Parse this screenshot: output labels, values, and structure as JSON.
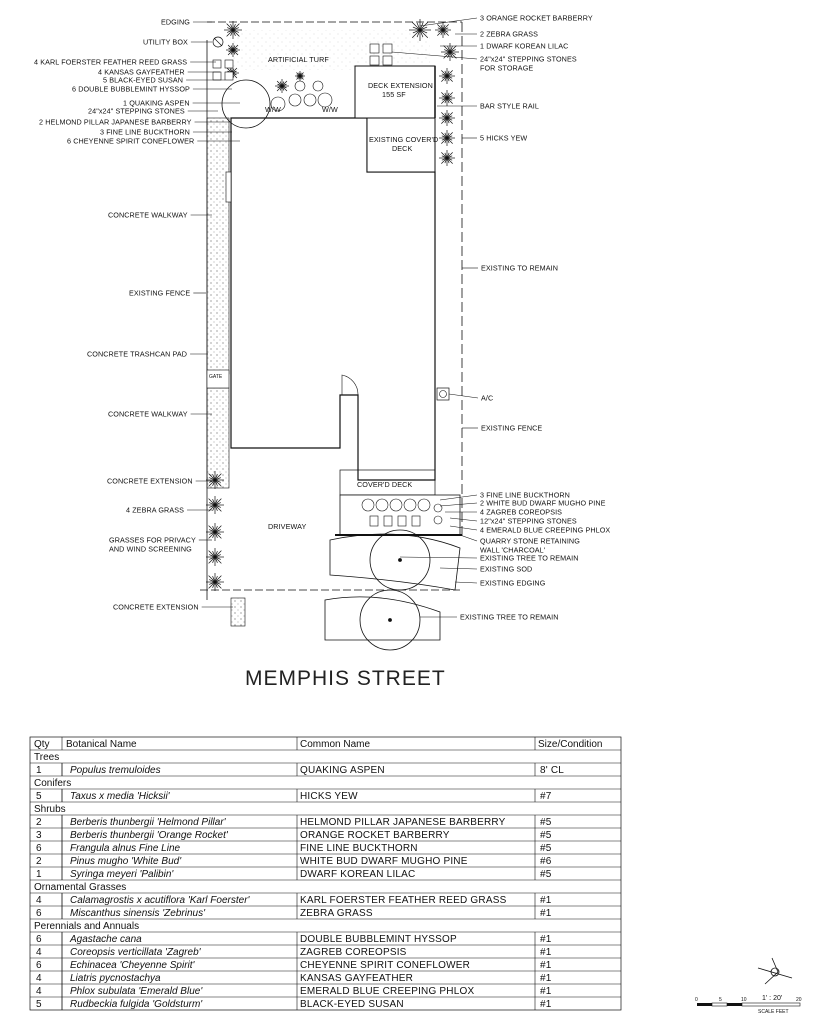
{
  "street_name": "MEMPHIS STREET",
  "labels_left": [
    {
      "id": "edging",
      "text": "EDGING"
    },
    {
      "id": "utility-box",
      "text": "UTILITY BOX"
    },
    {
      "id": "karl-foerster",
      "text": "4 KARL FOERSTER FEATHER REED GRASS"
    },
    {
      "id": "kansas-gayfeather",
      "text": "4 KANSAS GAYFEATHER"
    },
    {
      "id": "black-eyed-susan",
      "text": "5 BLACK-EYED SUSAN"
    },
    {
      "id": "double-bubblemint",
      "text": "6 DOUBLE BUBBLEMINT HYSSOP"
    },
    {
      "id": "quaking-aspen",
      "text": "1 QUAKING ASPEN"
    },
    {
      "id": "stepping-stones-a",
      "text": "24\"x24\" STEPPING STONES"
    },
    {
      "id": "helmond-pillar",
      "text": "2 HELMOND PILLAR JAPANESE BARBERRY"
    },
    {
      "id": "fine-line-a",
      "text": "3 FINE LINE BUCKTHORN"
    },
    {
      "id": "cheyenne-spirit",
      "text": "6 CHEYENNE SPIRIT CONEFLOWER"
    },
    {
      "id": "concrete-walkway-a",
      "text": "CONCRETE WALKWAY"
    },
    {
      "id": "existing-fence-a",
      "text": "EXISTING FENCE"
    },
    {
      "id": "trashcan-pad",
      "text": "CONCRETE TRASHCAN PAD"
    },
    {
      "id": "concrete-walkway-b",
      "text": "CONCRETE WALKWAY"
    },
    {
      "id": "concrete-extension-a",
      "text": "CONCRETE EXTENSION"
    },
    {
      "id": "zebra-grass-left",
      "text": "4 ZEBRA GRASS"
    },
    {
      "id": "grasses-privacy-1",
      "text": "GRASSES FOR PRIVACY"
    },
    {
      "id": "grasses-privacy-2",
      "text": "AND WIND SCREENING"
    },
    {
      "id": "concrete-extension-b",
      "text": "CONCRETE EXTENSION"
    }
  ],
  "labels_right": [
    {
      "id": "orange-rocket",
      "text": "3 ORANGE ROCKET BARBERRY"
    },
    {
      "id": "zebra-grass-right",
      "text": "2 ZEBRA GRASS"
    },
    {
      "id": "dwarf-lilac",
      "text": "1 DWARF KOREAN LILAC"
    },
    {
      "id": "stepping-stones-b1",
      "text": "24\"x24\" STEPPING STONES"
    },
    {
      "id": "stepping-stones-b2",
      "text": "FOR STORAGE"
    },
    {
      "id": "bar-rail",
      "text": "BAR STYLE RAIL"
    },
    {
      "id": "hicks-yew",
      "text": "5 HICKS YEW"
    },
    {
      "id": "existing-remain",
      "text": "EXISTING TO REMAIN"
    },
    {
      "id": "ac",
      "text": "A/C"
    },
    {
      "id": "existing-fence-b",
      "text": "EXISTING FENCE"
    },
    {
      "id": "fine-line-b",
      "text": "3 FINE LINE BUCKTHORN"
    },
    {
      "id": "mugho-pine",
      "text": "2 WHITE BUD DWARF MUGHO PINE"
    },
    {
      "id": "zagreb",
      "text": "4 ZAGREB COREOPSIS"
    },
    {
      "id": "stepping-stones-c",
      "text": "12\"x24\" STEPPING STONES"
    },
    {
      "id": "creeping-phlox",
      "text": "4 EMERALD BLUE CREEPING PHLOX"
    },
    {
      "id": "retaining-1",
      "text": "QUARRY STONE RETAINING"
    },
    {
      "id": "retaining-2",
      "text": "WALL 'CHARCOAL'"
    },
    {
      "id": "tree-remain-a",
      "text": "EXISTING TREE TO REMAIN"
    },
    {
      "id": "sod",
      "text": "EXISTING SOD"
    },
    {
      "id": "existing-edging",
      "text": "EXISTING EDGING"
    },
    {
      "id": "tree-remain-b",
      "text": "EXISTING TREE TO REMAIN"
    }
  ],
  "labels_interior": [
    {
      "id": "artificial-turf",
      "text": "ARTIFICIAL TURF"
    },
    {
      "id": "deck-ext-1",
      "text": "DECK EXTENSION"
    },
    {
      "id": "deck-ext-2",
      "text": "155 SF"
    },
    {
      "id": "covered-deck-1",
      "text": "EXISTING COVER'D"
    },
    {
      "id": "covered-deck-2",
      "text": "DECK"
    },
    {
      "id": "covered-deck-front",
      "text": "COVER'D DECK"
    },
    {
      "id": "driveway",
      "text": "DRIVEWAY"
    },
    {
      "id": "ww-1",
      "text": "W/W"
    },
    {
      "id": "ww-2",
      "text": "W/W"
    },
    {
      "id": "gate",
      "text": "GATE"
    }
  ],
  "table": {
    "headers": {
      "qty": "Qty",
      "botanical": "Botanical Name",
      "common": "Common Name",
      "size": "Size/Condition"
    },
    "rows": [
      {
        "type": "group",
        "label": "Trees"
      },
      {
        "type": "item",
        "qty": "1",
        "botanical": "Populus tremuloides",
        "common": "QUAKING ASPEN",
        "size": "8' CL"
      },
      {
        "type": "group",
        "label": "Conifers"
      },
      {
        "type": "item",
        "qty": "5",
        "botanical": "Taxus x media 'Hicksii'",
        "common": "HICKS YEW",
        "size": "#7"
      },
      {
        "type": "group",
        "label": "Shrubs"
      },
      {
        "type": "item",
        "qty": "2",
        "botanical": "Berberis thunbergii 'Helmond Pillar'",
        "common": "HELMOND PILLAR JAPANESE BARBERRY",
        "size": "#5"
      },
      {
        "type": "item",
        "qty": "3",
        "botanical": "Berberis thunbergii 'Orange Rocket'",
        "common": "ORANGE ROCKET BARBERRY",
        "size": "#5"
      },
      {
        "type": "item",
        "qty": "6",
        "botanical": "Frangula alnus Fine Line",
        "common": "FINE LINE BUCKTHORN",
        "size": "#5"
      },
      {
        "type": "item",
        "qty": "2",
        "botanical": "Pinus mugho 'White Bud'",
        "common": "WHITE BUD DWARF MUGHO PINE",
        "size": "#6"
      },
      {
        "type": "item",
        "qty": "1",
        "botanical": "Syringa meyeri 'Palibin'",
        "common": "DWARF KOREAN LILAC",
        "size": "#5"
      },
      {
        "type": "group",
        "label": "Ornamental Grasses"
      },
      {
        "type": "item",
        "qty": "4",
        "botanical": "Calamagrostis x acutiflora 'Karl Foerster'",
        "common": "KARL FOERSTER FEATHER REED GRASS",
        "size": "#1"
      },
      {
        "type": "item",
        "qty": "6",
        "botanical": "Miscanthus sinensis 'Zebrinus'",
        "common": "ZEBRA GRASS",
        "size": "#1"
      },
      {
        "type": "group",
        "label": "Perennials and Annuals"
      },
      {
        "type": "item",
        "qty": "6",
        "botanical": "Agastache cana",
        "common": "DOUBLE BUBBLEMINT HYSSOP",
        "size": "#1"
      },
      {
        "type": "item",
        "qty": "4",
        "botanical": "Coreopsis verticillata 'Zagreb'",
        "common": "ZAGREB COREOPSIS",
        "size": "#1"
      },
      {
        "type": "item",
        "qty": "6",
        "botanical": "Echinacea 'Cheyenne Spirit'",
        "common": "CHEYENNE SPIRIT CONEFLOWER",
        "size": "#1"
      },
      {
        "type": "item",
        "qty": "4",
        "botanical": "Liatris pycnostachya",
        "common": "KANSAS GAYFEATHER",
        "size": "#1"
      },
      {
        "type": "item",
        "qty": "4",
        "botanical": "Phlox subulata 'Emerald Blue'",
        "common": "EMERALD BLUE CREEPING PHLOX",
        "size": "#1"
      },
      {
        "type": "item",
        "qty": "5",
        "botanical": "Rudbeckia fulgida 'Goldsturm'",
        "common": "BLACK-EYED SUSAN",
        "size": "#1"
      }
    ]
  },
  "scale": {
    "ratio": "1' : 20'",
    "ticks": [
      "0",
      "5",
      "10",
      "20"
    ],
    "unit": "SCALE FEET"
  },
  "colors": {
    "ink": "#111111",
    "hatch": "#555555"
  }
}
